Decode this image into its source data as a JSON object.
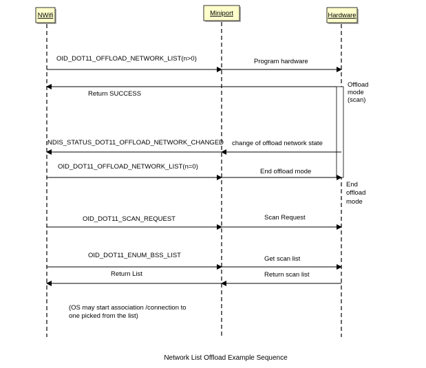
{
  "participants": [
    {
      "key": "nwifi",
      "label": "NWifi"
    },
    {
      "key": "miniport",
      "label": "Miniport"
    },
    {
      "key": "hardware",
      "label": "Hardware"
    }
  ],
  "colors": {
    "box_fill": "#ffffcc",
    "box_shadow": "#b0b0b0",
    "line": "#000000"
  },
  "messages": [
    {
      "id": "oid-offload-list-n1",
      "label": "OID_DOT11_OFFLOAD_NETWORK_LIST(n>0)",
      "from": "nwifi",
      "to": "miniport"
    },
    {
      "id": "program-hardware",
      "label": "Program hardware",
      "from": "miniport",
      "to": "hardware"
    },
    {
      "id": "return-success",
      "label": "Return SUCCESS",
      "from": "hardware",
      "to": "nwifi"
    },
    {
      "id": "change-offload-state",
      "label": "change of offload network state",
      "from": "hardware",
      "to": "miniport"
    },
    {
      "id": "ndis-status-changed",
      "label": "NDIS_STATUS_DOT11_OFFLOAD_NETWORK_CHANGED",
      "from": "miniport",
      "to": "nwifi"
    },
    {
      "id": "oid-offload-list-n0",
      "label": "OID_DOT11_OFFLOAD_NETWORK_LIST(n=0)",
      "from": "nwifi",
      "to": "miniport"
    },
    {
      "id": "end-offload-mode",
      "label": "End offload mode",
      "from": "miniport",
      "to": "hardware"
    },
    {
      "id": "oid-scan-request",
      "label": "OID_DOT11_SCAN_REQUEST",
      "from": "nwifi",
      "to": "miniport"
    },
    {
      "id": "scan-request",
      "label": "Scan Request",
      "from": "miniport",
      "to": "hardware"
    },
    {
      "id": "oid-enum-bss-list",
      "label": "OID_DOT11_ENUM_BSS_LIST",
      "from": "nwifi",
      "to": "miniport"
    },
    {
      "id": "get-scan-list",
      "label": "Get scan list",
      "from": "miniport",
      "to": "hardware"
    },
    {
      "id": "return-scan-list",
      "label": "Return scan list",
      "from": "hardware",
      "to": "miniport"
    },
    {
      "id": "return-list",
      "label": "Return List",
      "from": "miniport",
      "to": "nwifi"
    }
  ],
  "notes": {
    "offload_mode": [
      "Offload",
      "mode",
      "(scan)"
    ],
    "end_offload_mode": [
      "End",
      "offload",
      "mode"
    ],
    "os_association": [
      "(OS may start association /connection to",
      "one picked from the list)"
    ]
  },
  "caption": "Network List Offload Example Sequence"
}
